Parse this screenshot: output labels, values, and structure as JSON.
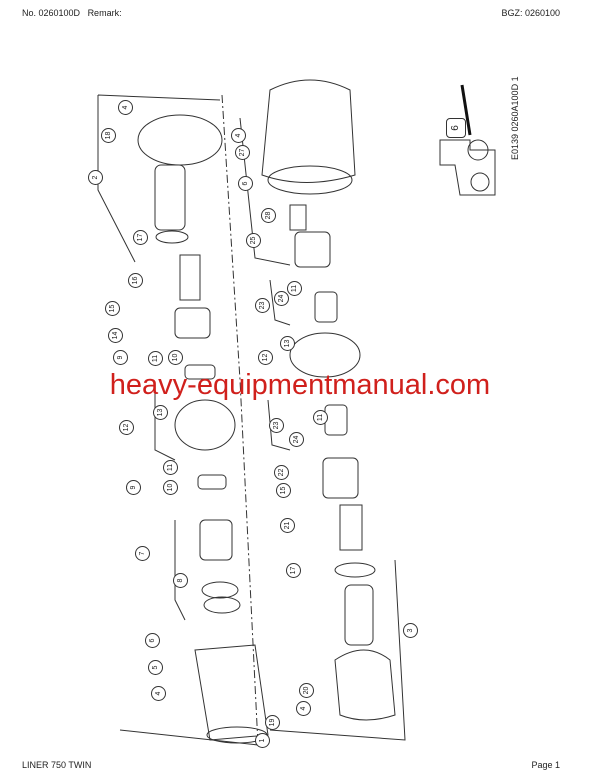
{
  "header": {
    "doc_no": "No. 0260100D",
    "remark": "Remark:",
    "bgz": "BGZ: 0260100"
  },
  "footer": {
    "model": "LINER 750 TWIN",
    "page": "Page 1"
  },
  "diagram": {
    "drawing_code": "E0139 0260A100D 1",
    "inset_callout": "6",
    "callouts": [
      "4",
      "18",
      "2",
      "17",
      "16",
      "15",
      "14",
      "11",
      "9",
      "10",
      "13",
      "12",
      "11",
      "9",
      "10",
      "7",
      "8",
      "6",
      "5",
      "4",
      "19",
      "1",
      "4",
      "27",
      "6",
      "28",
      "25",
      "23",
      "24",
      "11",
      "13",
      "12",
      "11",
      "23",
      "24",
      "22",
      "15",
      "21",
      "17",
      "3",
      "20",
      "4"
    ]
  },
  "watermark": "heavy-equipmentmanual.com"
}
